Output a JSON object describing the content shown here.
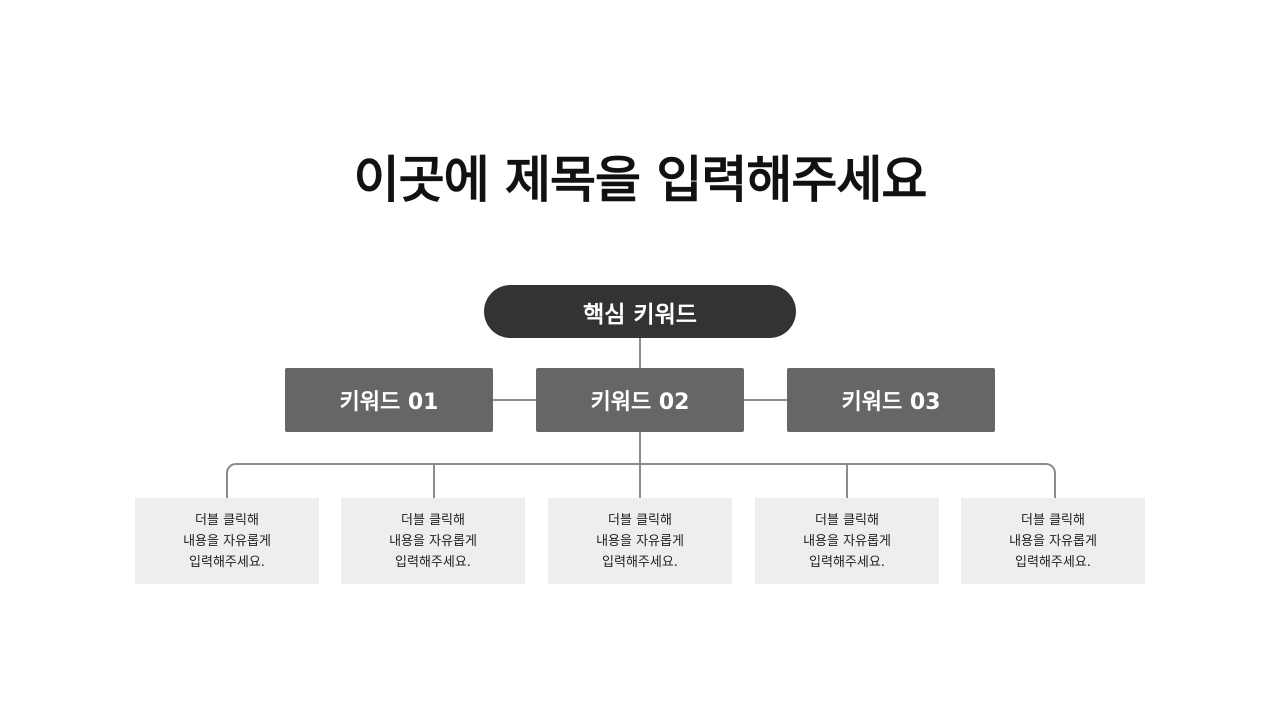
{
  "title": "이곳에 제목을 입력해주세요",
  "core": {
    "label": "핵심 키워드"
  },
  "keywords": [
    {
      "label": "키워드 01"
    },
    {
      "label": "키워드 02"
    },
    {
      "label": "키워드 03"
    }
  ],
  "cards": [
    {
      "line1": "더블 클릭해",
      "line2": "내용을 자유롭게",
      "line3": "입력해주세요."
    },
    {
      "line1": "더블 클릭해",
      "line2": "내용을 자유롭게",
      "line3": "입력해주세요."
    },
    {
      "line1": "더블 클릭해",
      "line2": "내용을 자유롭게",
      "line3": "입력해주세요."
    },
    {
      "line1": "더블 클릭해",
      "line2": "내용을 자유롭게",
      "line3": "입력해주세요."
    },
    {
      "line1": "더블 클릭해",
      "line2": "내용을 자유롭게",
      "line3": "입력해주세요."
    }
  ],
  "colors": {
    "core_bg": "#333333",
    "keyword_bg": "#666666",
    "card_bg": "#eeeeee",
    "connector": "#8c8c8c"
  }
}
